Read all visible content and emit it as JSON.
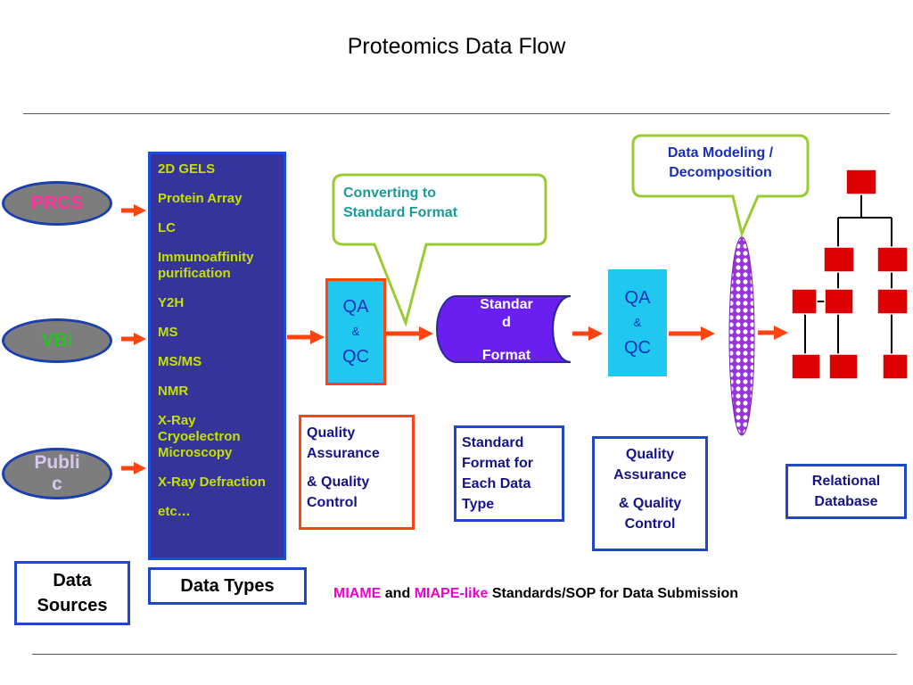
{
  "title": "Proteomics Data Flow",
  "sources": [
    {
      "label": "PRCS",
      "color": "#ff3399"
    },
    {
      "label": "VBI",
      "color": "#27c027"
    },
    {
      "label": "Public",
      "display_lines": [
        "Publi",
        "c"
      ]
    }
  ],
  "data_types": {
    "items": [
      "2D GELS",
      "Protein Array",
      "LC",
      "Immunoaffinity purification",
      "Y2H",
      "MS",
      "MS/MS",
      "NMR",
      "X-Ray Cryoelectron Microscopy",
      "X-Ray Defraction",
      "etc…"
    ],
    "item_color": "#c8e000",
    "panel_color": "#34349a"
  },
  "labels": {
    "data_sources": "Data Sources",
    "data_types": "Data Types"
  },
  "qa1": {
    "qa": "QA",
    "amp": "&",
    "qc": "QC",
    "border_color": "#ff4411",
    "fill": "#20c8f0"
  },
  "qa2": {
    "qa": "QA",
    "amp": "&",
    "qc": "QC",
    "fill": "#20c8f0"
  },
  "callout_convert": {
    "line1": "Converting to",
    "line2": "Standard Format",
    "text_color": "#1a9a9a",
    "border_color": "#99cc33"
  },
  "callout_model": {
    "line1": "Data Modeling /",
    "line2": "Decomposition",
    "text_color": "#1a2fb8",
    "border_color": "#99cc33"
  },
  "standard_format": {
    "line1": "Standar",
    "line2": "d",
    "line3": "Format",
    "fill": "#6a1ff0"
  },
  "desc_qa1": {
    "line1": "Quality",
    "line2": "Assurance",
    "line3": "& Quality",
    "line4": "Control",
    "border_color": "#ff4411"
  },
  "desc_std": {
    "line1": "Standard",
    "line2": "Format for",
    "line3": "Each Data",
    "line4": "Type"
  },
  "desc_qa2": {
    "line1": "Quality",
    "line2": "Assurance",
    "line3": "& Quality",
    "line4": "Control"
  },
  "desc_db": {
    "line1": "Relational",
    "line2": "Database"
  },
  "footer": {
    "miame": "MIAME",
    "and": "and",
    "miape": "MIAPE-like",
    "rest": "Standards/SOP for Data Submission"
  },
  "colors": {
    "arrow": "#ff4411",
    "db_node": "#dd0000",
    "oval": "#9933dd",
    "box_border": "#1f47c9"
  }
}
